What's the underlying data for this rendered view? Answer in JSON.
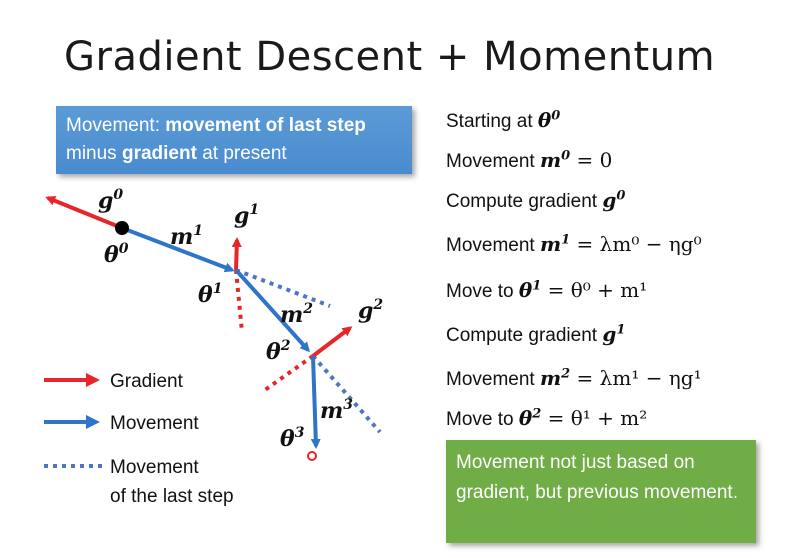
{
  "title": "Gradient Descent + Momentum",
  "blue_box": {
    "text1": "Movement: ",
    "bold1": "movement of last step",
    "text2": " minus ",
    "bold2": "gradient",
    "text3": " at present"
  },
  "steps": {
    "s1_text": "Starting at ",
    "s1_math": "θ",
    "s1_sup": "0",
    "s2_text": "Movement ",
    "s2_math": "m",
    "s2_sup": "0",
    "s2_rest": " = 0",
    "s3_text": "Compute gradient ",
    "s3_math": "g",
    "s3_sup": "0",
    "s4_text": "Movement ",
    "s4_math": "m",
    "s4_sup": "1",
    "s4_rest": " = λm⁰ − ηg⁰",
    "s5_text": "Move to ",
    "s5_math": "θ",
    "s5_sup": "1",
    "s5_rest": " = θ⁰ + m¹",
    "s6_text": "Compute gradient ",
    "s6_math": "g",
    "s6_sup": "1",
    "s7_text": "Movement ",
    "s7_math": "m",
    "s7_sup": "2",
    "s7_rest": " = λm¹ − ηg¹",
    "s8_text": "Move to ",
    "s8_math": "θ",
    "s8_sup": "2",
    "s8_rest": " = θ¹ + m²"
  },
  "green_box": "Movement not just based on gradient, but previous movement.",
  "diagram": {
    "g0": "g",
    "g0_sup": "0",
    "theta0": "θ",
    "theta0_sup": "0",
    "m1": "m",
    "m1_sup": "1",
    "g1": "g",
    "g1_sup": "1",
    "theta1": "θ",
    "theta1_sup": "1",
    "m2": "m",
    "m2_sup": "2",
    "g2": "g",
    "g2_sup": "2",
    "theta2": "θ",
    "theta2_sup": "2",
    "m3": "m",
    "m3_sup": "3",
    "theta3": "θ",
    "theta3_sup": "3"
  },
  "legend": {
    "gradient": "Gradient",
    "movement": "Movement",
    "last_step_line1": "Movement",
    "last_step_line2": "of the last step"
  },
  "colors": {
    "gradient": "#e8262a",
    "movement": "#2e75c9",
    "last_step": "#4f74c4",
    "blue_box": "#5b9bd5",
    "green_box": "#70ad47"
  }
}
